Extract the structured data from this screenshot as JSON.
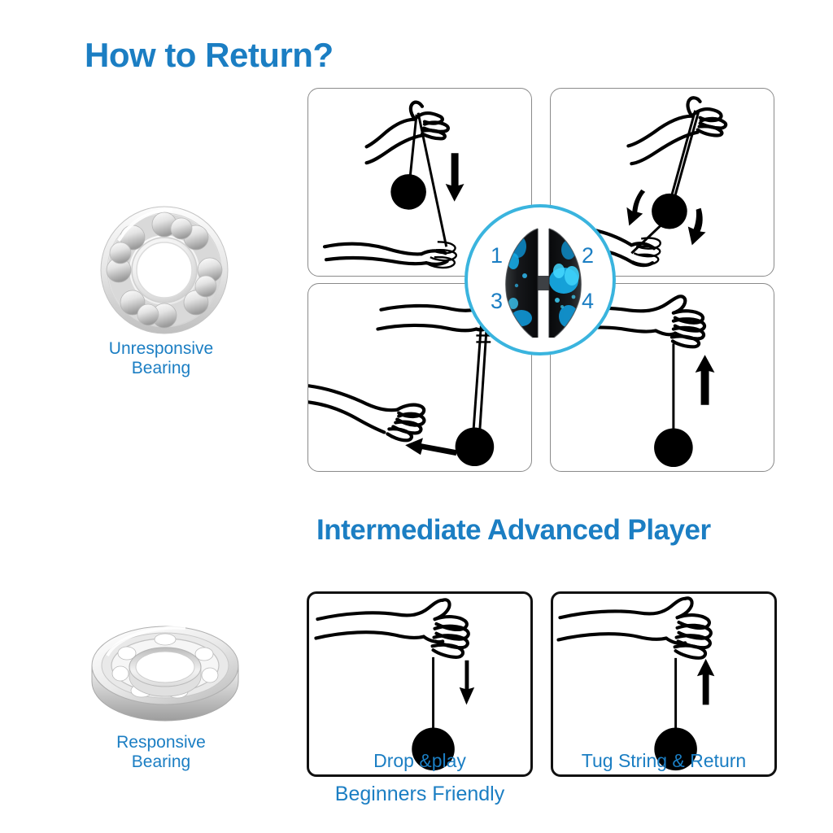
{
  "headings": {
    "main_title": "How to Return?",
    "section_title": "Intermediate Advanced Player"
  },
  "bearings": [
    {
      "id": "unresponsive",
      "label_line1": "Unresponsive",
      "label_line2": "Bearing",
      "icon": "ball-bearing-front-view"
    },
    {
      "id": "responsive",
      "label_line1": "Responsive",
      "label_line2": "Bearing",
      "icon": "ball-bearing-angled-view"
    }
  ],
  "steps_grid": {
    "panels": [
      {
        "number": "1",
        "icon": "hand-yoyo-throw-down-arrow",
        "arrow": "down"
      },
      {
        "number": "2",
        "icon": "hand-yoyo-spin-rotate-arrows",
        "arrow": "rotate"
      },
      {
        "number": "3",
        "icon": "hand-yoyo-string-pull-left-arrow",
        "arrow": "left"
      },
      {
        "number": "4",
        "icon": "hand-yoyo-return-up-arrow",
        "arrow": "up"
      }
    ]
  },
  "center_badge": {
    "icon": "yoyo-butterfly-blue-splatter",
    "numbers": [
      "1",
      "2",
      "3",
      "4"
    ]
  },
  "beginner_panels": [
    {
      "id": "drop",
      "caption": "Drop &play",
      "icon": "hand-yoyo-drop-down-arrow",
      "arrow": "down"
    },
    {
      "id": "tug",
      "caption": "Tug String & Return",
      "icon": "hand-yoyo-tug-up-arrow",
      "arrow": "up"
    }
  ],
  "footer_note": "Beginners Friendly",
  "colors": {
    "accent_blue": "#1b7ec3",
    "badge_ring": "#3ab4de",
    "yoyo_splatter": "#17a6e0",
    "ink": "#000000",
    "panel_border_thin": "#8a8a8a",
    "panel_border_thick": "#111111",
    "background": "#ffffff"
  }
}
